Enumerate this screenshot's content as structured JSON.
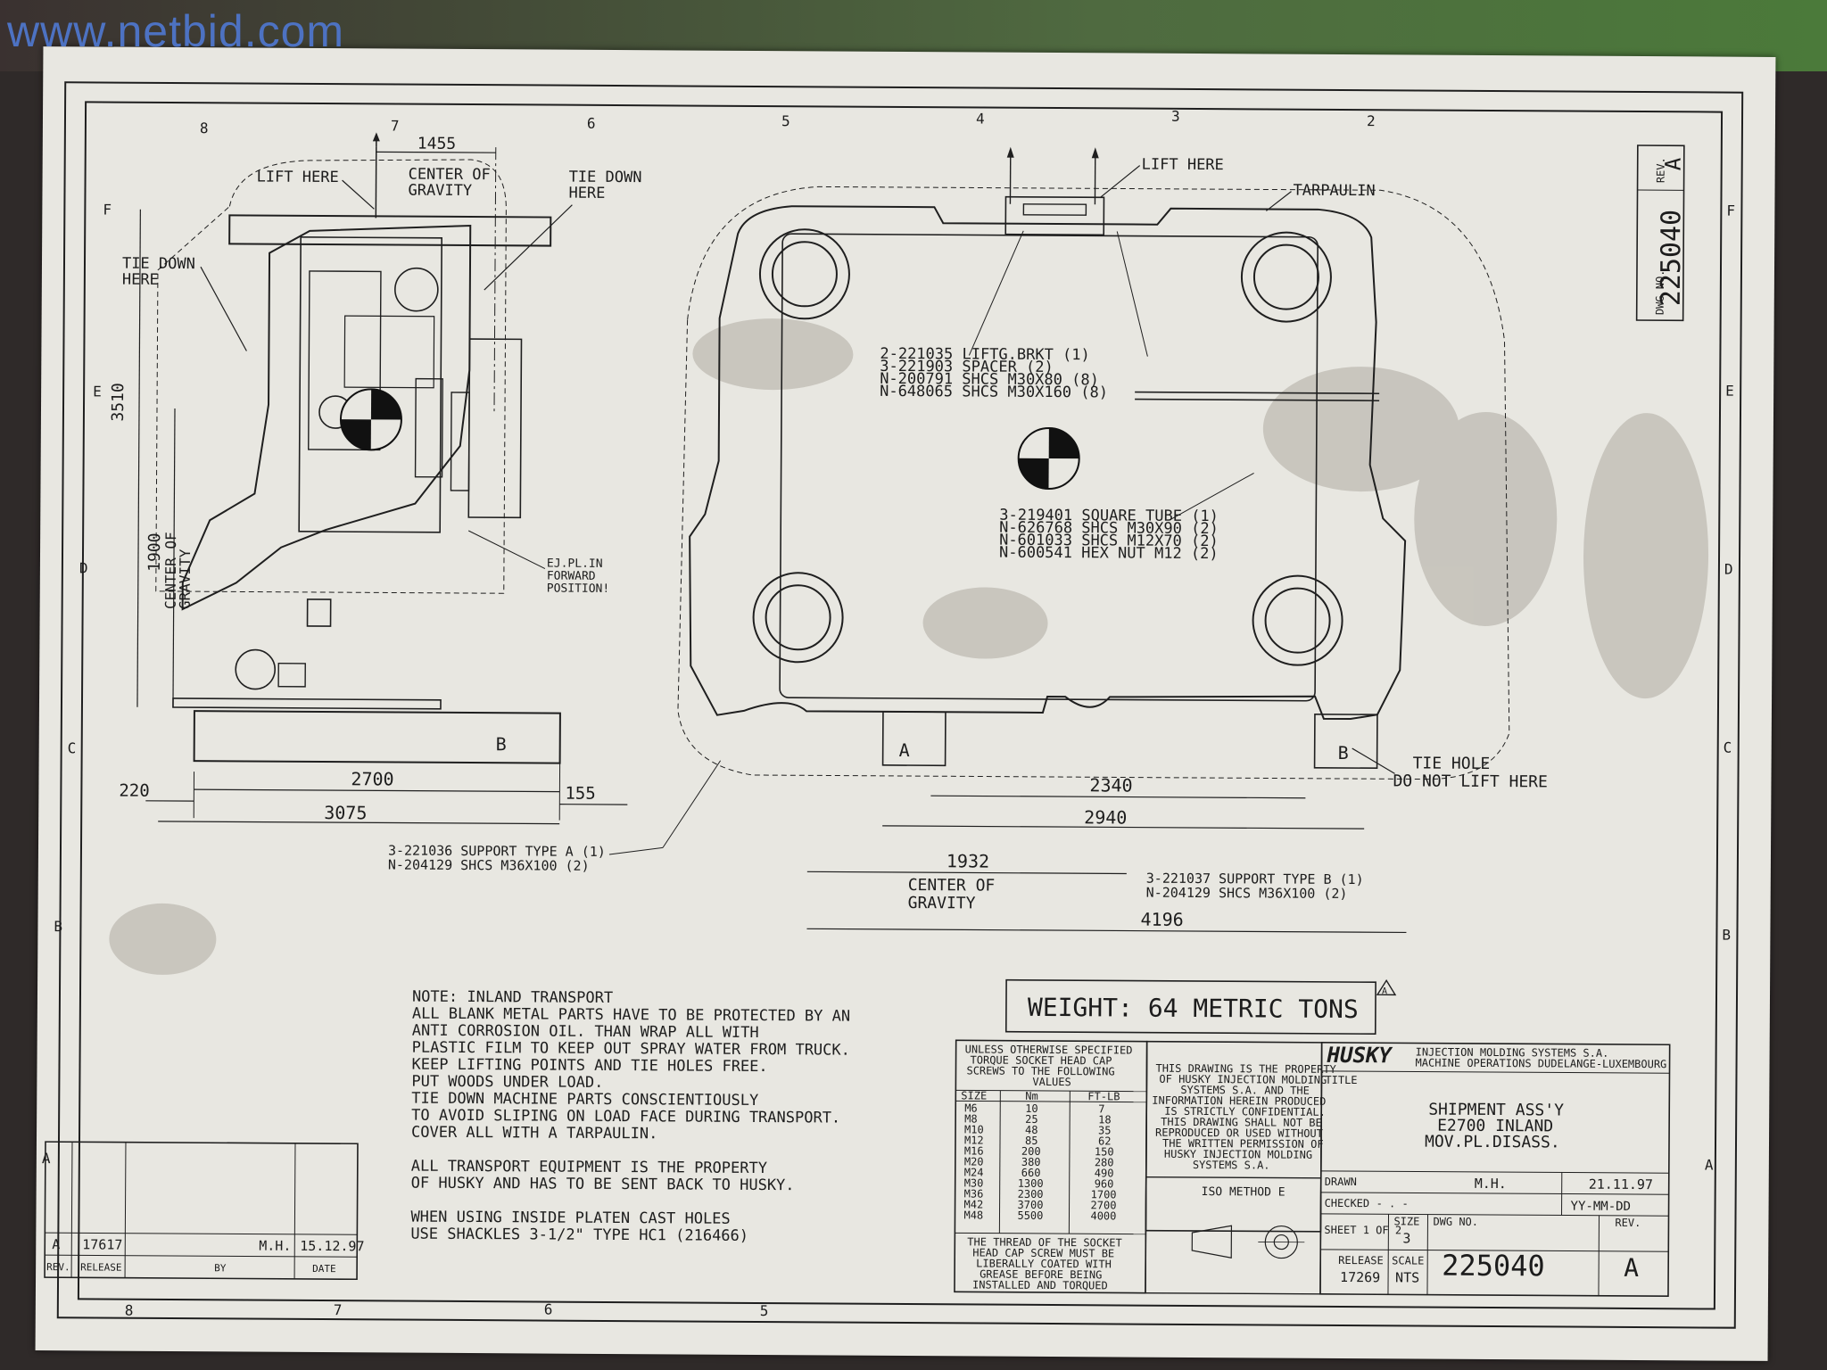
{
  "watermark": "www.netbid.com",
  "zones_top": [
    "8",
    "7",
    "6",
    "5",
    "4",
    "3",
    "2"
  ],
  "zones_bottom": [
    "8",
    "7",
    "6",
    "5"
  ],
  "zones_left": [
    "F",
    "E",
    "D",
    "C",
    "B",
    "A"
  ],
  "zones_right": [
    "F",
    "E",
    "D",
    "C",
    "B",
    "A"
  ],
  "left_view": {
    "dim_top": "1455",
    "lift_here": "LIFT HERE",
    "center_of_gravity": "CENTER OF",
    "center_of_gravity_2": "GRAVITY",
    "tie_down_here_1": "TIE DOWN",
    "tie_down_here_2": "HERE",
    "tie_down_left_1": "TIE DOWN",
    "tie_down_left_2": "HERE",
    "dim_height": "3510",
    "dim_cg_height": "1900",
    "cg_vertical_1": "CENTER OF",
    "cg_vertical_2": "GRAVITY",
    "ej_1": "EJ.PL.IN",
    "ej_2": "FORWARD",
    "ej_3": "POSITION!",
    "label_b": "B",
    "dim_2700": "2700",
    "dim_220": "220",
    "dim_155": "155",
    "dim_3075": "3075",
    "support_a_1": "3-221036 SUPPORT TYPE A (1)",
    "support_a_2": "N-204129 SHCS M36X100 (2)"
  },
  "right_view": {
    "lift_here": "LIFT HERE",
    "tarpaulin": "TARPAULIN",
    "parts_1": "2-221035 LIFTG.BRKT (1)",
    "parts_2": "3-221903 SPACER      (2)",
    "parts_3": "N-200791 SHCS M30X80 (8)",
    "parts_4": "N-648065 SHCS M30X160 (8)",
    "tube_1": "3-219401 SQUARE TUBE (1)",
    "tube_2": "N-626768 SHCS M30X90 (2)",
    "tube_3": "N-601033 SHCS M12X70 (2)",
    "tube_4": "N-600541 HEX NUT M12  (2)",
    "label_a": "A",
    "label_b": "B",
    "tie_hole_1": "TIE HOLE",
    "tie_hole_2": "DO NOT LIFT HERE",
    "dim_2340": "2340",
    "dim_2940": "2940",
    "dim_1932": "1932",
    "cg_1": "CENTER OF",
    "cg_2": "GRAVITY",
    "dim_4196": "4196",
    "support_b_1": "3-221037 SUPPORT TYPE B (1)",
    "support_b_2": "N-204129 SHCS M36X100 (2)"
  },
  "notes": [
    "NOTE: INLAND TRANSPORT",
    "ALL BLANK METAL PARTS HAVE TO BE PROTECTED BY AN",
    "ANTI CORROSION OIL. THAN WRAP ALL WITH",
    "PLASTIC FILM TO KEEP OUT SPRAY WATER FROM TRUCK.",
    "KEEP LIFTING POINTS AND TIE HOLES FREE.",
    "PUT WOODS UNDER LOAD.",
    "TIE DOWN MACHINE PARTS CONSCIENTIOUSLY",
    "TO AVOID SLIPING ON LOAD FACE DURING TRANSPORT.",
    "COVER ALL WITH A TARPAULIN.",
    "",
    "ALL TRANSPORT EQUIPMENT IS THE PROPERTY",
    "OF HUSKY AND HAS TO BE SENT BACK TO HUSKY.",
    "",
    "WHEN USING INSIDE PLATEN CAST HOLES",
    "USE SHACKLES 3-1/2\" TYPE HC1 (216466)"
  ],
  "weight": "WEIGHT: 64 METRIC TONS",
  "rev_triangle": "A",
  "torque_table": {
    "header": [
      "UNLESS OTHERWISE SPECIFIED",
      "TORQUE SOCKET HEAD CAP",
      "SCREWS TO THE FOLLOWING",
      "VALUES"
    ],
    "columns": [
      "SIZE",
      "Nm",
      "FT-LB"
    ],
    "rows": [
      [
        "M6",
        "10",
        "7"
      ],
      [
        "M8",
        "25",
        "18"
      ],
      [
        "M10",
        "48",
        "35"
      ],
      [
        "M12",
        "85",
        "62"
      ],
      [
        "M16",
        "200",
        "150"
      ],
      [
        "M20",
        "380",
        "280"
      ],
      [
        "M24",
        "660",
        "490"
      ],
      [
        "M30",
        "1300",
        "960"
      ],
      [
        "M36",
        "2300",
        "1700"
      ],
      [
        "M42",
        "3700",
        "2700"
      ],
      [
        "M48",
        "5500",
        "4000"
      ]
    ],
    "footer": [
      "THE THREAD OF THE SOCKET",
      "HEAD CAP SCREW MUST BE",
      "LIBERALLY COATED WITH",
      "GREASE BEFORE BEING",
      "INSTALLED AND TORQUED"
    ]
  },
  "property": [
    "THIS DRAWING IS THE PROPERTY",
    "OF HUSKY INJECTION MOLDING",
    "SYSTEMS S.A. AND THE",
    "INFORMATION HEREIN PRODUCED",
    "IS STRICTLY CONFIDENTIAL.",
    "THIS DRAWING SHALL NOT BE",
    "REPRODUCED OR USED WITHOUT",
    "THE WRITTEN PERMISSION OF",
    "HUSKY INJECTION MOLDING",
    "SYSTEMS S.A."
  ],
  "iso": "ISO METHOD E",
  "company": {
    "logo": "HUSKY",
    "line1": "INJECTION MOLDING SYSTEMS S.A.",
    "line2": "MACHINE OPERATIONS DUDELANGE-LUXEMBOURG"
  },
  "title_block": {
    "title_label": "TITLE",
    "title_1": "SHIPMENT ASS'Y",
    "title_2": "E2700 INLAND",
    "title_3": "MOV.PL.DISASS.",
    "drawn_label": "DRAWN",
    "drawn_by": "M.H.",
    "drawn_date": "21.11.97",
    "checked_label": "CHECKED",
    "checked_by": "- . -",
    "date_format": "YY-MM-DD",
    "sheet": "SHEET 1 OF 2",
    "size_label": "SIZE",
    "size": "3",
    "dwg_label": "DWG NO.",
    "dwg_no": "225040",
    "rev_label": "REV.",
    "rev": "A",
    "release_label": "RELEASE",
    "release": "17269",
    "scale_label": "SCALE",
    "scale": "NTS"
  },
  "side_dwg": {
    "dwg_label": "DWG NO.",
    "dwg_no": "225040",
    "rev_label": "REV.",
    "rev": "A"
  },
  "revision_block": {
    "rev": "A",
    "release": "17617",
    "by": "M.H.",
    "date": "15.12.97",
    "col_rev": "REV.",
    "col_release": "RELEASE",
    "col_by": "BY",
    "col_date": "DATE"
  }
}
